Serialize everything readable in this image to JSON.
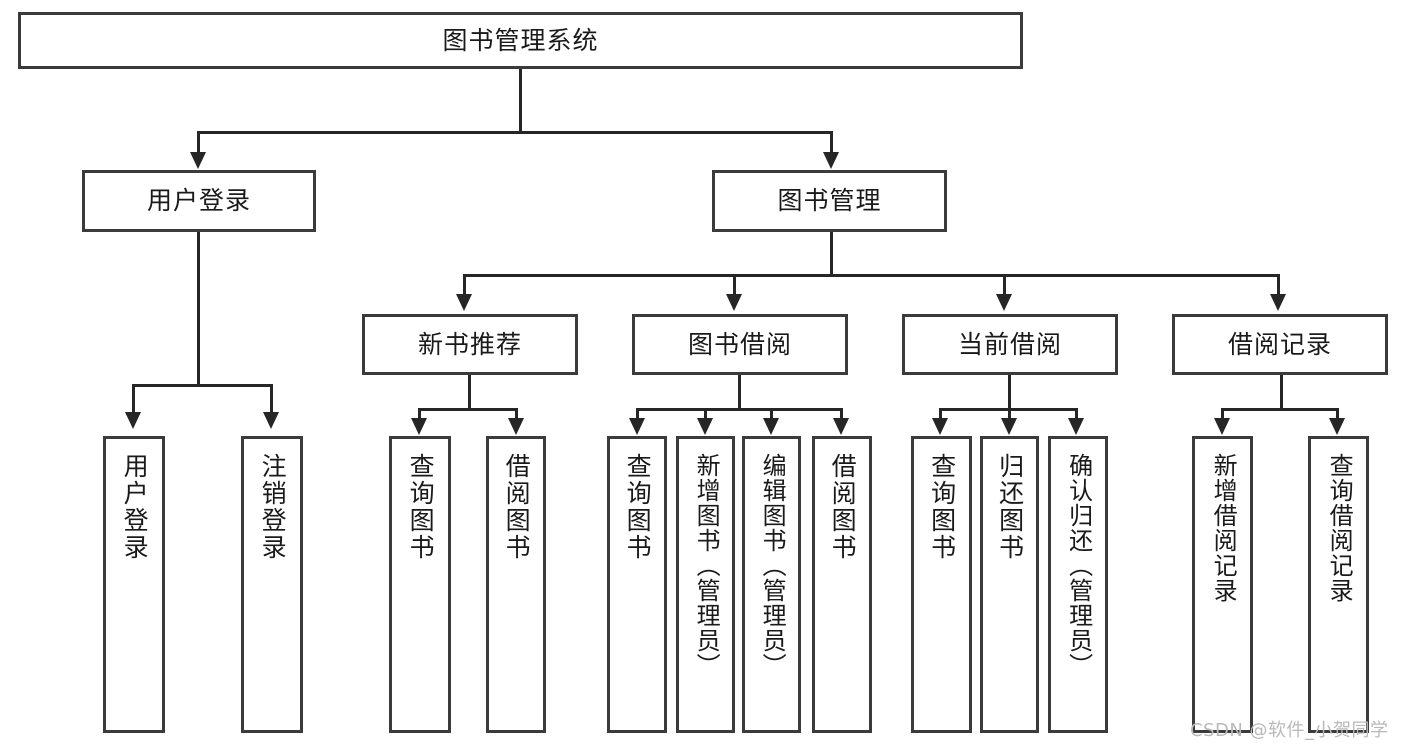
{
  "diagram": {
    "type": "tree-hierarchy-diagram",
    "title": "图书管理系统",
    "watermark": "CSDN @软件_小贺同学",
    "colors": {
      "box_border": "#3b3b3b",
      "connector": "#262626",
      "background": "#ffffff",
      "text": "#1a1a1a",
      "watermark": "#b9b9b9"
    },
    "levels": {
      "level1": [
        {
          "id": "root",
          "label": "图书管理系统"
        }
      ],
      "level2": [
        {
          "id": "user-login",
          "label": "用户登录",
          "parent": "root"
        },
        {
          "id": "book-management",
          "label": "图书管理",
          "parent": "root"
        }
      ],
      "level3": [
        {
          "id": "new-book-recommend",
          "label": "新书推荐",
          "parent": "book-management"
        },
        {
          "id": "book-borrow",
          "label": "图书借阅",
          "parent": "book-management"
        },
        {
          "id": "current-borrow",
          "label": "当前借阅",
          "parent": "book-management"
        },
        {
          "id": "borrow-record",
          "label": "借阅记录",
          "parent": "book-management"
        }
      ],
      "leaves": [
        {
          "id": "leaf-user-login",
          "label": "用户登录",
          "parent": "user-login"
        },
        {
          "id": "leaf-logout",
          "label": "注销登录",
          "parent": "user-login"
        },
        {
          "id": "leaf-query-book-1",
          "label": "查询图书",
          "parent": "new-book-recommend"
        },
        {
          "id": "leaf-borrow-book-1",
          "label": "借阅图书",
          "parent": "new-book-recommend"
        },
        {
          "id": "leaf-query-book-2",
          "label": "查询图书",
          "parent": "book-borrow"
        },
        {
          "id": "leaf-add-book",
          "label": "新增图书（管理员）",
          "parent": "book-borrow"
        },
        {
          "id": "leaf-edit-book",
          "label": "编辑图书（管理员）",
          "parent": "book-borrow"
        },
        {
          "id": "leaf-borrow-book-2",
          "label": "借阅图书",
          "parent": "book-borrow"
        },
        {
          "id": "leaf-query-book-3",
          "label": "查询图书",
          "parent": "current-borrow"
        },
        {
          "id": "leaf-return-book",
          "label": "归还图书",
          "parent": "current-borrow"
        },
        {
          "id": "leaf-confirm-return",
          "label": "确认归还（管理员）",
          "parent": "current-borrow"
        },
        {
          "id": "leaf-add-record",
          "label": "新增借阅记录",
          "parent": "borrow-record"
        },
        {
          "id": "leaf-query-record",
          "label": "查询借阅记录",
          "parent": "borrow-record"
        }
      ]
    }
  }
}
